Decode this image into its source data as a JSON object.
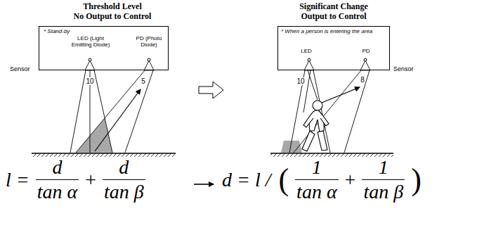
{
  "diagram": {
    "nodes": [
      {
        "text": [
          "* Stand-by",
          "LED (Light Emitting Diode)",
          "PD (Photo Diode)"
        ]
      },
      {
        "text": [
          "* When a person is entering the area",
          "LED",
          "PD"
        ]
      }
    ],
    "labels": [
      "Threshold Level",
      "No Output to Control",
      "Sensor",
      "10",
      "5",
      "Significant Change",
      "Output to Control",
      "Sensor",
      "10",
      "8",
      "l =",
      "d",
      "tan α",
      "+",
      "d",
      "tan β",
      "d = l /",
      "(",
      "1",
      "tan α",
      "+",
      "1",
      "tan β",
      ")"
    ]
  }
}
